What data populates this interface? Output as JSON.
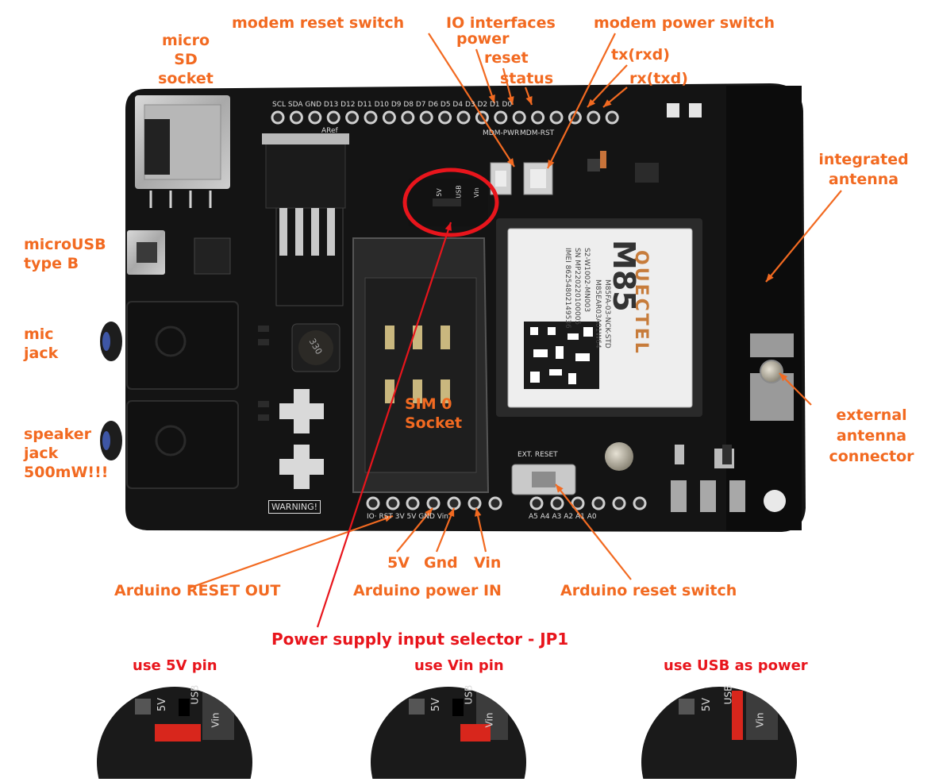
{
  "labels": {
    "modem_reset_switch": "modem reset switch",
    "io_interfaces": "IO interfaces",
    "modem_power_switch": "modem power switch",
    "power": "power",
    "reset": "reset",
    "status": "status",
    "tx_rxd": "tx(rxd)",
    "rx_txd": "rx(txd)",
    "micro_sd": [
      "micro",
      "SD",
      "socket"
    ],
    "integrated_antenna": [
      "integrated",
      "antenna"
    ],
    "micro_usb": [
      "microUSB",
      "type B"
    ],
    "mic_jack": [
      "mic",
      "jack"
    ],
    "speaker_jack": [
      "speaker",
      "jack",
      "500mW!!!"
    ],
    "external_antenna": [
      "external",
      "antenna",
      "connector"
    ],
    "sim_socket": [
      "SIM 0",
      "Socket"
    ],
    "five_v": "5V",
    "gnd": "Gnd",
    "vin": "Vin",
    "arduino_reset_out": "Arduino RESET OUT",
    "arduino_power_in": "Arduino power IN",
    "arduino_reset_switch": "Arduino reset switch",
    "power_selector": "Power supply input selector - JP1",
    "use_5v": "use 5V pin",
    "use_vin": "use Vin pin",
    "use_usb": "use USB as power"
  },
  "board_text": {
    "module_brand": "QUECTEL",
    "module_model": "M85",
    "module_codes": [
      "M85FA-03-NCK-STD",
      "M85EAR03A01W64",
      "S2-W1002-MN003",
      "SN MP220220100005",
      "IMEI 86254802149536"
    ],
    "header_top": "SCL SDA  GND D13 D12 D11 D10 D9  D8   D7  D6  D5  D4  D3  D2  D1  D0",
    "aref": "ARef",
    "mdm_pwr": "MDM-PWR",
    "mdm_rst": "MDM-RST",
    "header_bottom_left": "IO· RST 3V  5V  GND  Vin",
    "header_bottom_right": "A5  A4  A3  A2  A1  A0",
    "warning": "WARNING!",
    "ext_reset": "EXT. RESET",
    "inductor": "330",
    "jumper_5v": "5V",
    "jumper_usb": "USB",
    "jumper_vin": "Vin"
  },
  "colors": {
    "annotation": "#f26a21",
    "selector": "#e8151c",
    "board": "#141414",
    "jumper": "#d8261c"
  }
}
